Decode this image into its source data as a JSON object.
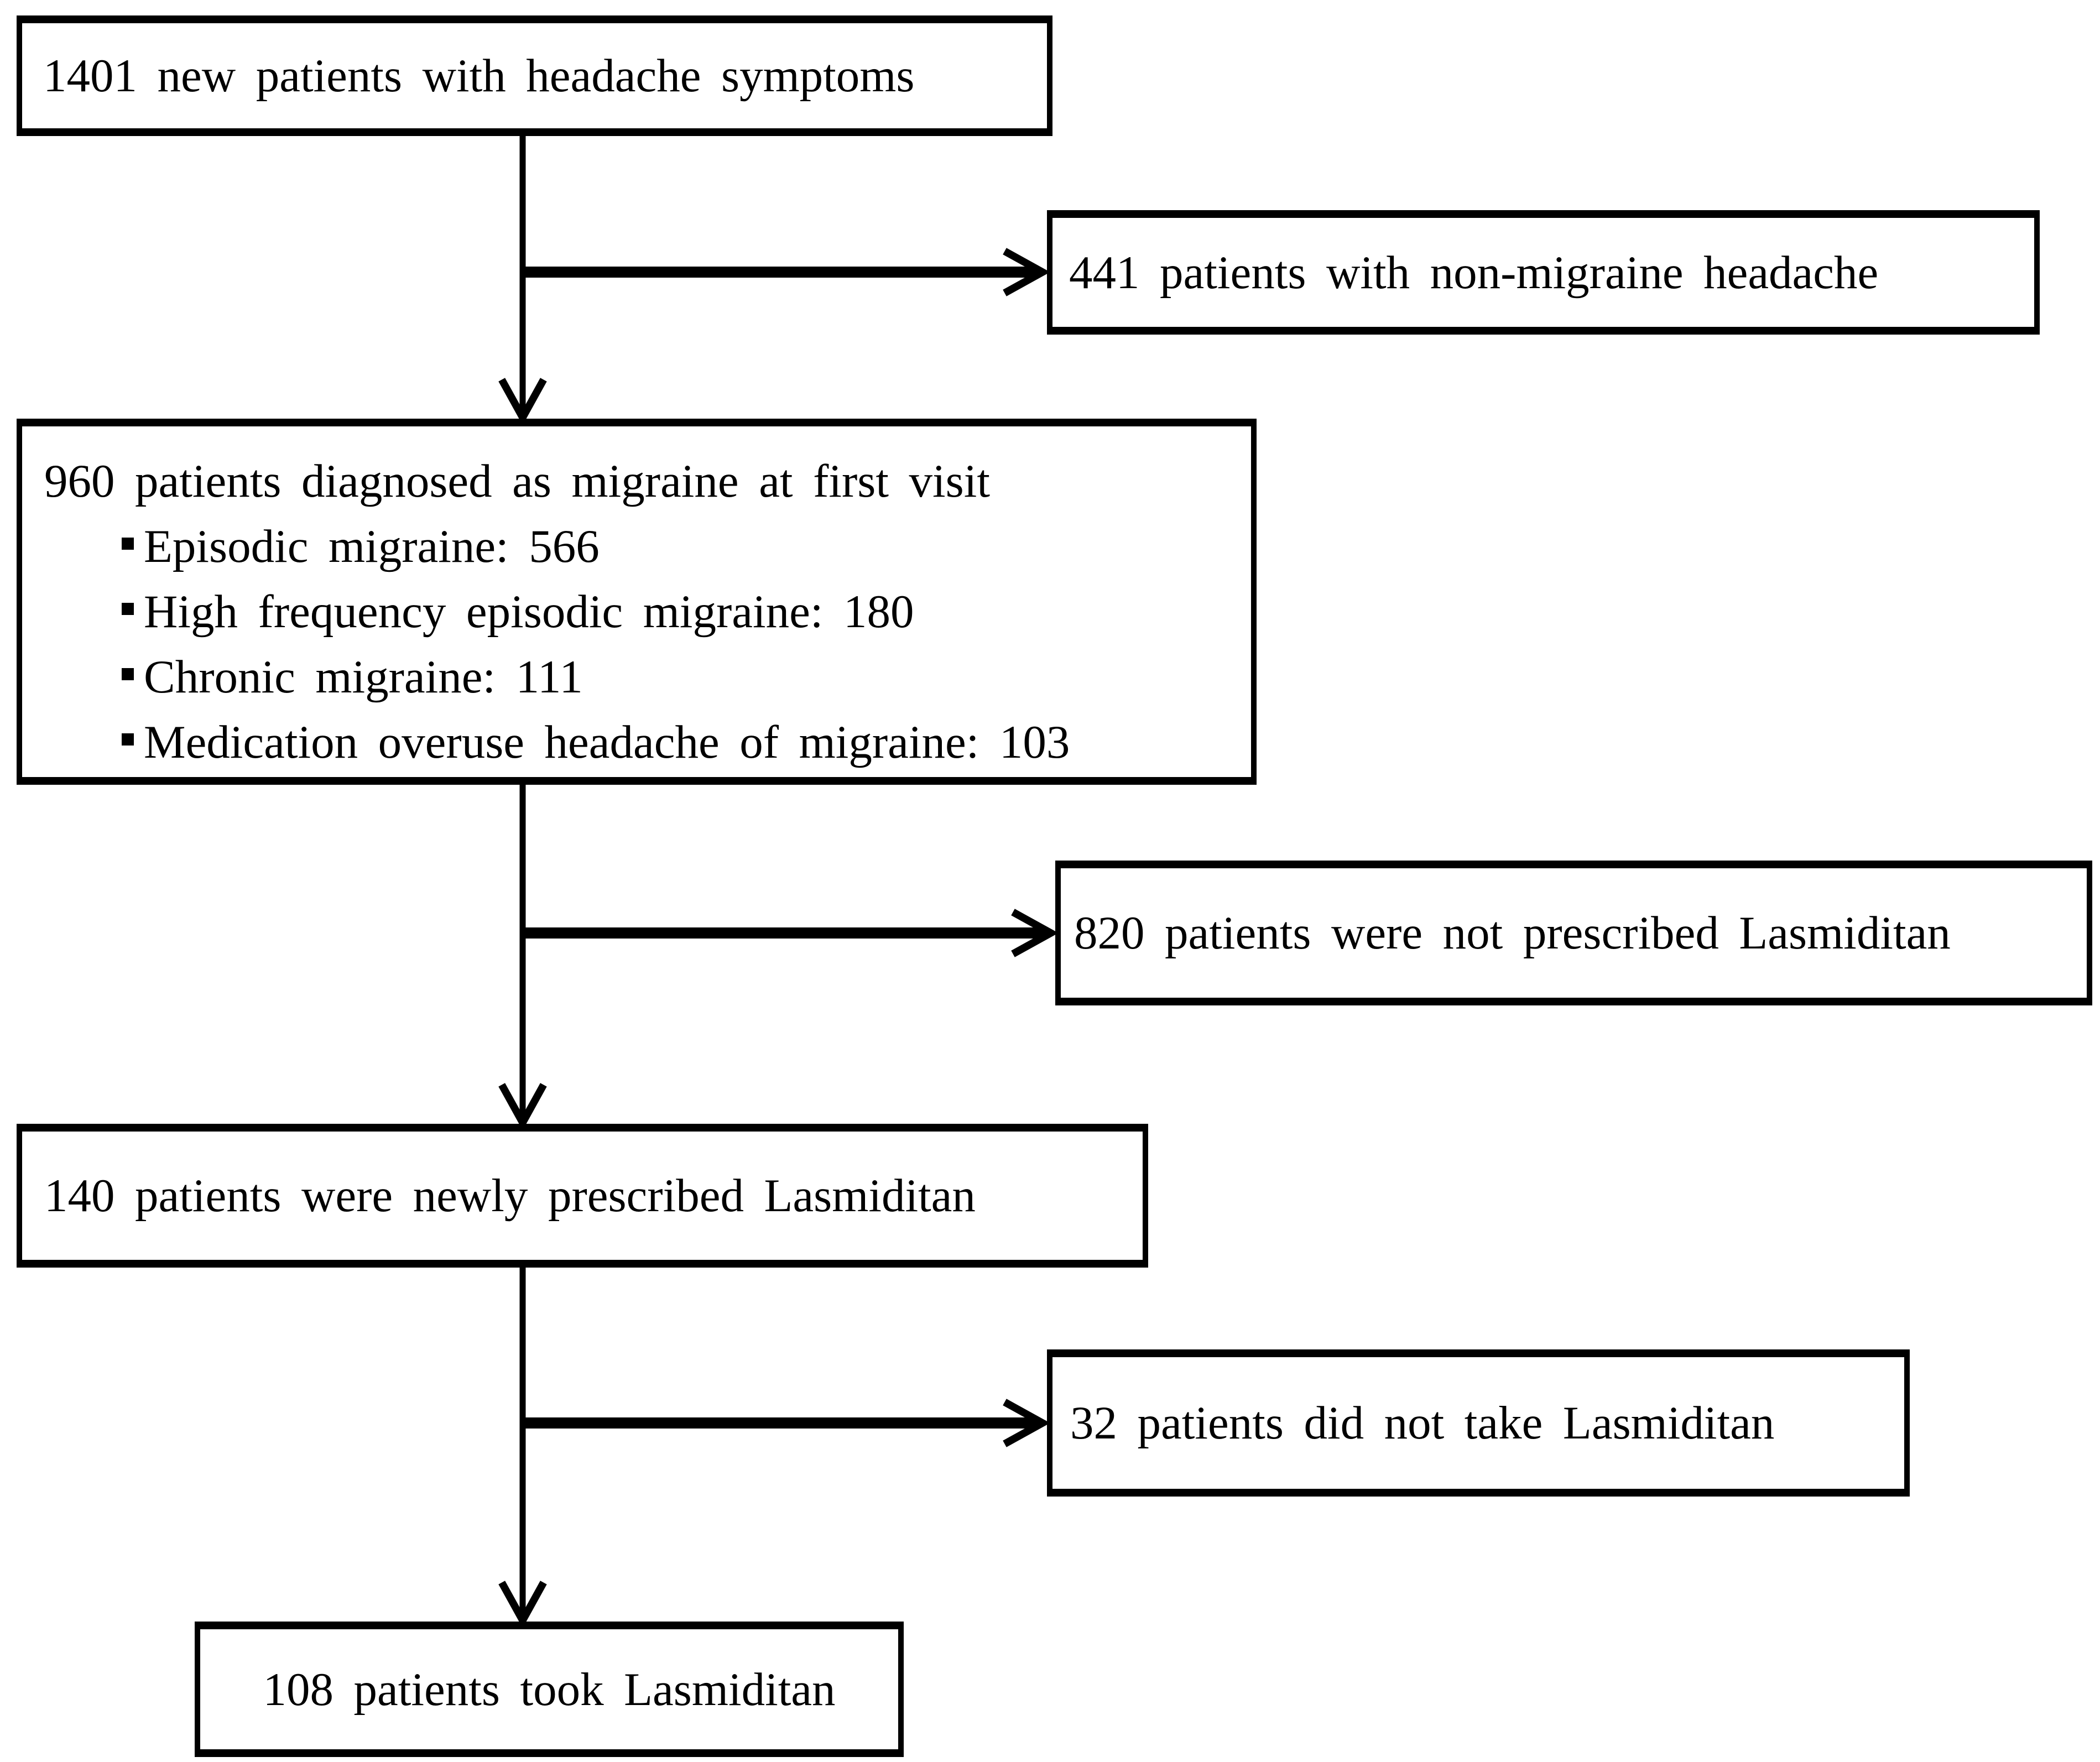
{
  "colors": {
    "background": "#ffffff",
    "line": "#000000",
    "text": "#000000"
  },
  "flow": {
    "box_1401": {
      "text": "1401 new patients with headache symptoms"
    },
    "box_441": {
      "text": "441 patients with non-migraine headache"
    },
    "box_960": {
      "title": "960 patients diagnosed as migraine at first visit",
      "items": [
        {
          "label": "Episodic migraine: 566"
        },
        {
          "label": "High frequency episodic migraine: 180"
        },
        {
          "label": "Chronic migraine: 111"
        },
        {
          "label": "Medication overuse headache of migraine: 103"
        }
      ]
    },
    "box_820": {
      "text": "820 patients were not prescribed Lasmiditan"
    },
    "box_140": {
      "text": "140 patients were newly prescribed Lasmiditan"
    },
    "box_32": {
      "text": "32 patients did not take Lasmiditan"
    },
    "box_108": {
      "text": "108 patients took Lasmiditan"
    }
  }
}
